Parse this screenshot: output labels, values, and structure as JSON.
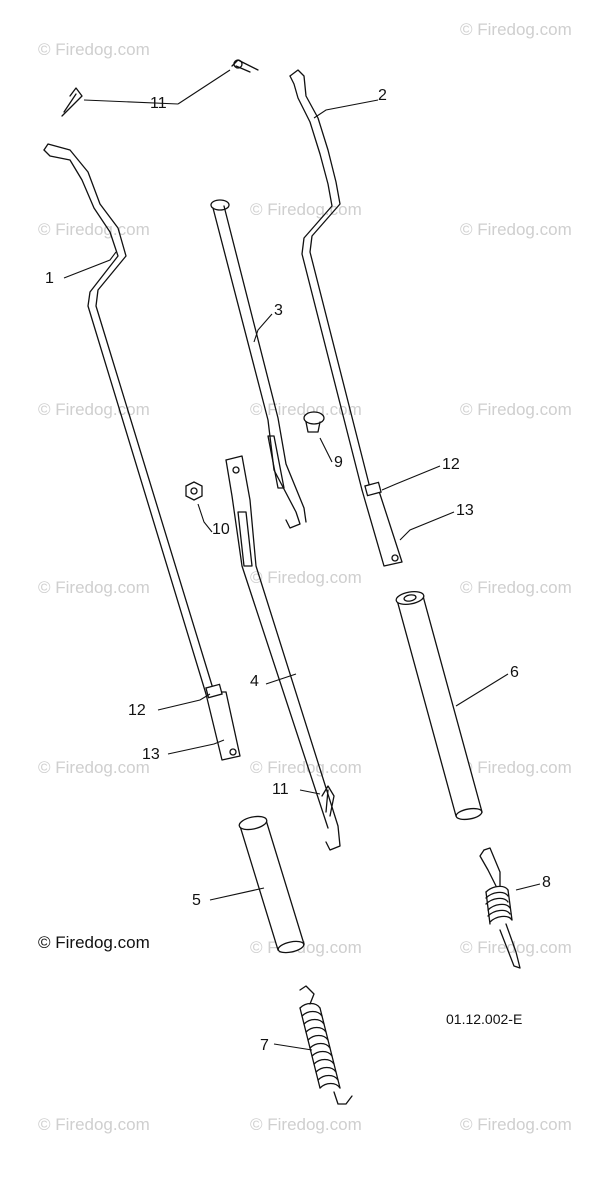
{
  "watermark": "© Firedog.com",
  "copyright": "© Firedog.com",
  "drawing_code": "01.12.002-E",
  "callouts": {
    "c1": "1",
    "c2": "2",
    "c3": "3",
    "c4": "4",
    "c5": "5",
    "c6": "6",
    "c7": "7",
    "c8": "8",
    "c9": "9",
    "c10": "10",
    "c11_top": "11",
    "c11_low": "11",
    "c12_left": "12",
    "c12_right": "12",
    "c13_left": "13",
    "c13_right": "13"
  }
}
